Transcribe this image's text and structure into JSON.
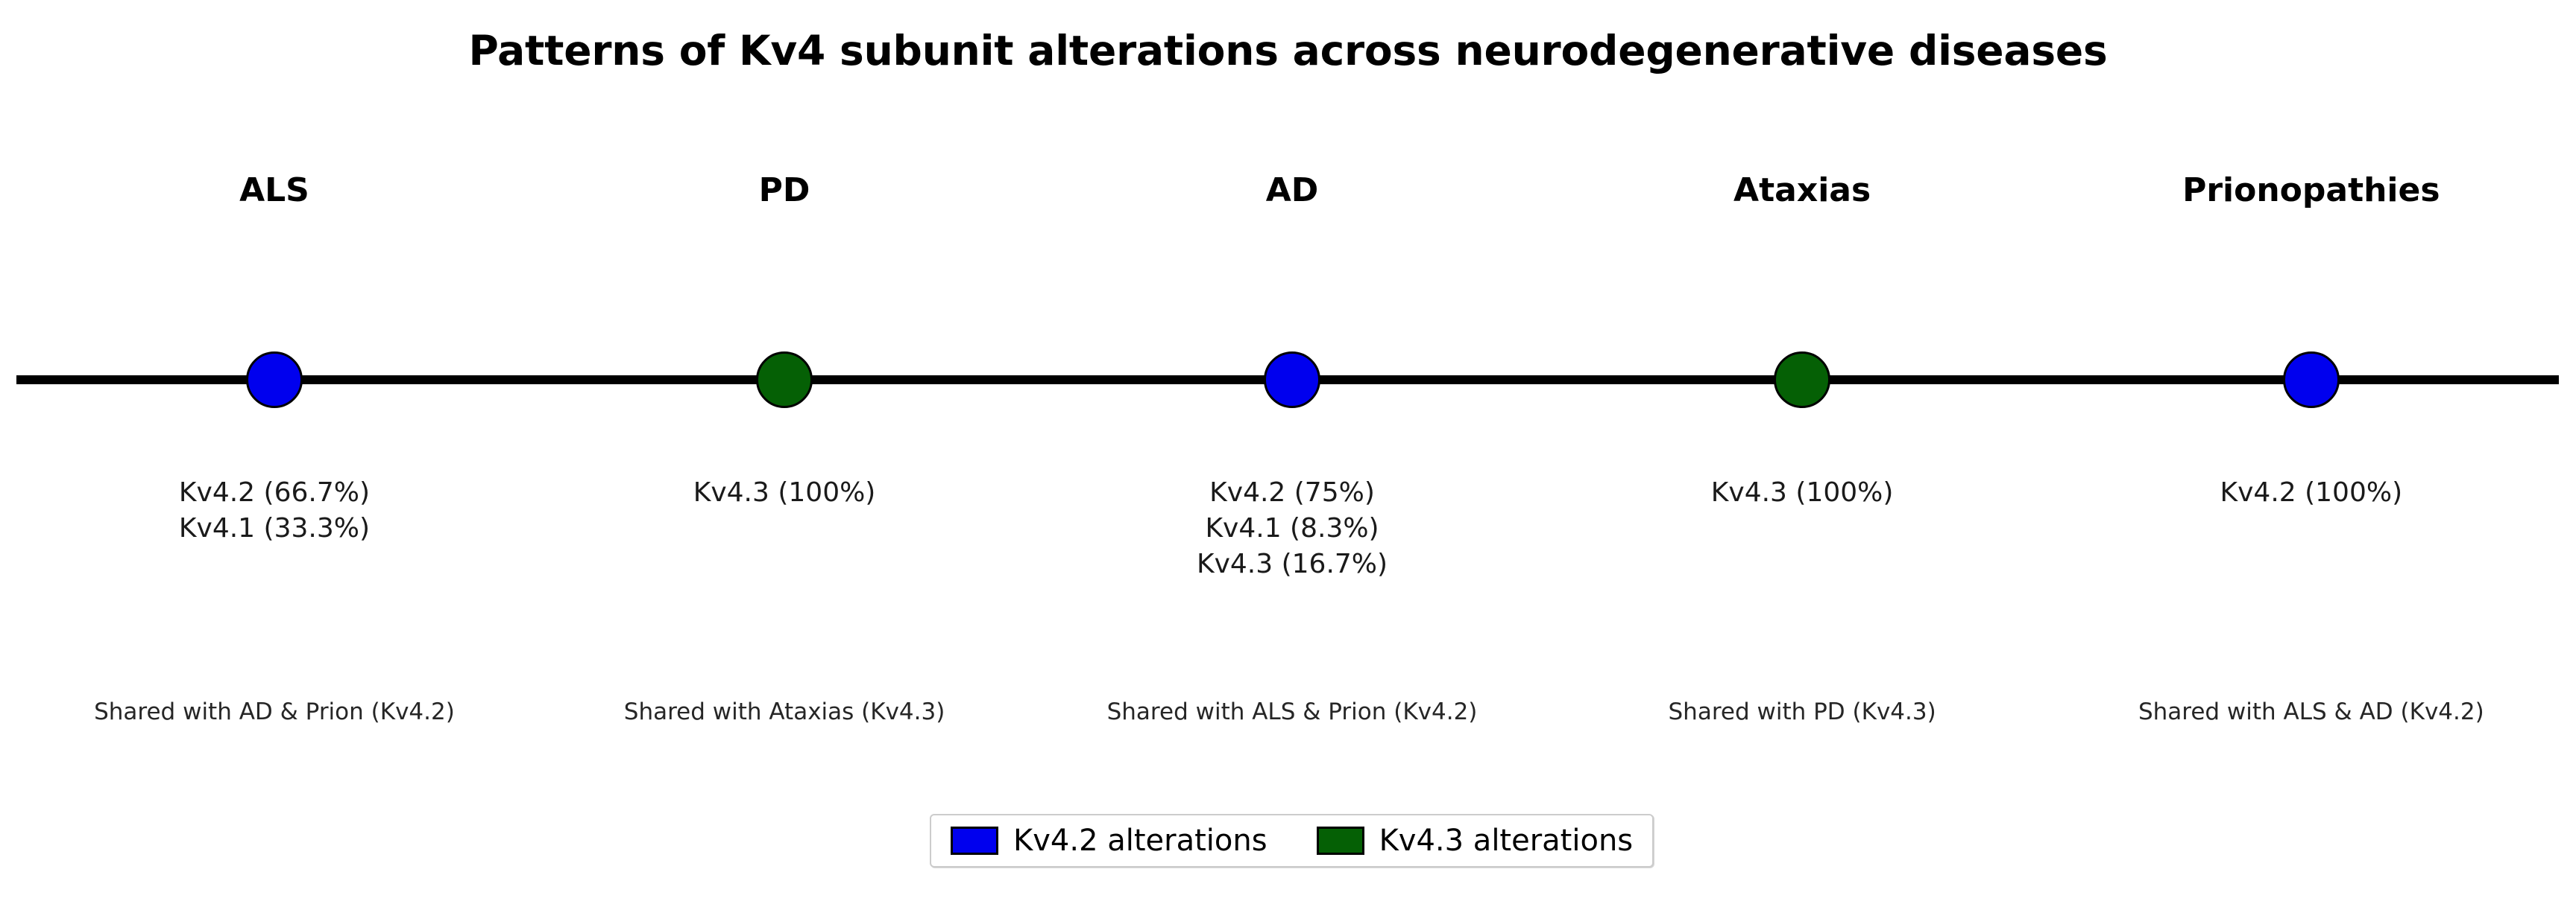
{
  "chart_data": {
    "type": "timeline",
    "title": "Patterns of Kv4 subunit alterations across neurodegenerative diseases",
    "xlabel": "",
    "ylabel": "",
    "grid": false,
    "axis_line": true,
    "legend_position": "bottom-center",
    "colors": {
      "kv42": "#0000ee",
      "kv43": "#056005",
      "axis": "#000000",
      "text": "#000000"
    },
    "categories": [
      "ALS",
      "PD",
      "AD",
      "Ataxias",
      "Prionopathies"
    ],
    "nodes": [
      {
        "label": "ALS",
        "x_percent": 10.65,
        "marker_color_key": "kv42",
        "dominant_subunit": "Kv4.2",
        "subunit_lines": [
          "Kv4.2 (66.7%)",
          "Kv4.1 (33.3%)"
        ],
        "subunits": [
          {
            "name": "Kv4.2",
            "percent": 66.7
          },
          {
            "name": "Kv4.1",
            "percent": 33.3
          }
        ],
        "shared_note": "Shared with AD & Prion (Kv4.2)"
      },
      {
        "label": "PD",
        "x_percent": 30.45,
        "marker_color_key": "kv43",
        "dominant_subunit": "Kv4.3",
        "subunit_lines": [
          "Kv4.3 (100%)"
        ],
        "subunits": [
          {
            "name": "Kv4.3",
            "percent": 100
          }
        ],
        "shared_note": "Shared with Ataxias (Kv4.3)"
      },
      {
        "label": "AD",
        "x_percent": 50.16,
        "marker_color_key": "kv42",
        "dominant_subunit": "Kv4.2",
        "subunit_lines": [
          "Kv4.2 (75%)",
          "Kv4.1 (8.3%)",
          "Kv4.3 (16.7%)"
        ],
        "subunits": [
          {
            "name": "Kv4.2",
            "percent": 75
          },
          {
            "name": "Kv4.1",
            "percent": 8.3
          },
          {
            "name": "Kv4.3",
            "percent": 16.7
          }
        ],
        "shared_note": "Shared with ALS & Prion (Kv4.2)"
      },
      {
        "label": "Ataxias",
        "x_percent": 69.96,
        "marker_color_key": "kv43",
        "dominant_subunit": "Kv4.3",
        "subunit_lines": [
          "Kv4.3 (100%)"
        ],
        "subunits": [
          {
            "name": "Kv4.3",
            "percent": 100
          }
        ],
        "shared_note": "Shared with PD (Kv4.3)"
      },
      {
        "label": "Prionopathies",
        "x_percent": 89.72,
        "marker_color_key": "kv42",
        "dominant_subunit": "Kv4.2",
        "subunit_lines": [
          "Kv4.2 (100%)"
        ],
        "subunits": [
          {
            "name": "Kv4.2",
            "percent": 100
          }
        ],
        "shared_note": "Shared with ALS & AD (Kv4.2)"
      }
    ],
    "legend": [
      {
        "label": "Kv4.2 alterations",
        "color_key": "kv42",
        "color": "#0000ee"
      },
      {
        "label": "Kv4.3 alterations",
        "color_key": "kv43",
        "color": "#056005"
      }
    ]
  }
}
